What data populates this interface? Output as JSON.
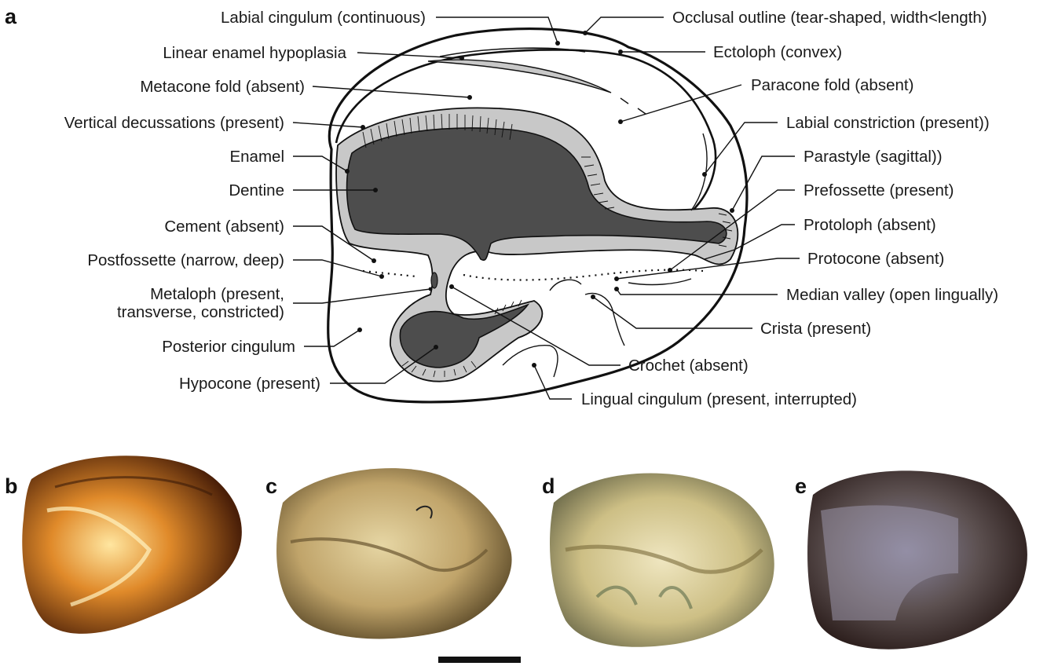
{
  "panels": {
    "a": "a",
    "b": "b",
    "c": "c",
    "d": "d",
    "e": "e"
  },
  "labels_left": [
    {
      "id": "labial-cingulum",
      "text": "Labial cingulum (continuous)"
    },
    {
      "id": "linear-enamel-hypoplasia",
      "text": "Linear enamel hypoplasia"
    },
    {
      "id": "metacone-fold",
      "text": "Metacone fold (absent)"
    },
    {
      "id": "vertical-decussations",
      "text": "Vertical decussations (present)"
    },
    {
      "id": "enamel",
      "text": "Enamel"
    },
    {
      "id": "dentine",
      "text": "Dentine"
    },
    {
      "id": "cement",
      "text": "Cement (absent)"
    },
    {
      "id": "postfossette",
      "text": "Postfossette (narrow, deep)"
    },
    {
      "id": "metaloph-1",
      "text": "Metaloph (present,"
    },
    {
      "id": "metaloph-2",
      "text": "transverse, constricted)"
    },
    {
      "id": "posterior-cingulum",
      "text": "Posterior cingulum"
    },
    {
      "id": "hypocone",
      "text": "Hypocone (present)"
    }
  ],
  "labels_right": [
    {
      "id": "occlusal-outline",
      "text": "Occlusal outline (tear-shaped, width<length)"
    },
    {
      "id": "ectoloph",
      "text": "Ectoloph (convex)"
    },
    {
      "id": "paracone-fold",
      "text": "Paracone fold (absent)"
    },
    {
      "id": "labial-constriction",
      "text": "Labial constriction (present))"
    },
    {
      "id": "parastyle",
      "text": "Parastyle (sagittal))"
    },
    {
      "id": "prefossette",
      "text": "Prefossette (present)"
    },
    {
      "id": "protoloph",
      "text": "Protoloph (absent)"
    },
    {
      "id": "protocone",
      "text": "Protocone (absent)"
    },
    {
      "id": "median-valley",
      "text": "Median valley (open lingually)"
    },
    {
      "id": "crista",
      "text": "Crista (present)"
    },
    {
      "id": "crochet",
      "text": "Crochet (absent)"
    },
    {
      "id": "lingual-cingulum",
      "text": "Lingual cingulum (present, interrupted)"
    }
  ],
  "colors": {
    "dentine": "#4d4d4d",
    "enamel": "#c8c8c8",
    "outline": "#111111",
    "photo_b": "#c8631a",
    "photo_c": "#c9b27a",
    "photo_d": "#d8cf9a",
    "photo_e": "#5a4f4a"
  },
  "photos": [
    {
      "panel": "b",
      "description_icon": "tooth-photo-amber"
    },
    {
      "panel": "c",
      "description_icon": "tooth-photo-tan"
    },
    {
      "panel": "d",
      "description_icon": "tooth-photo-cream"
    },
    {
      "panel": "e",
      "description_icon": "tooth-photo-dark"
    }
  ],
  "scale_bar": {
    "icon": "scale-bar"
  }
}
